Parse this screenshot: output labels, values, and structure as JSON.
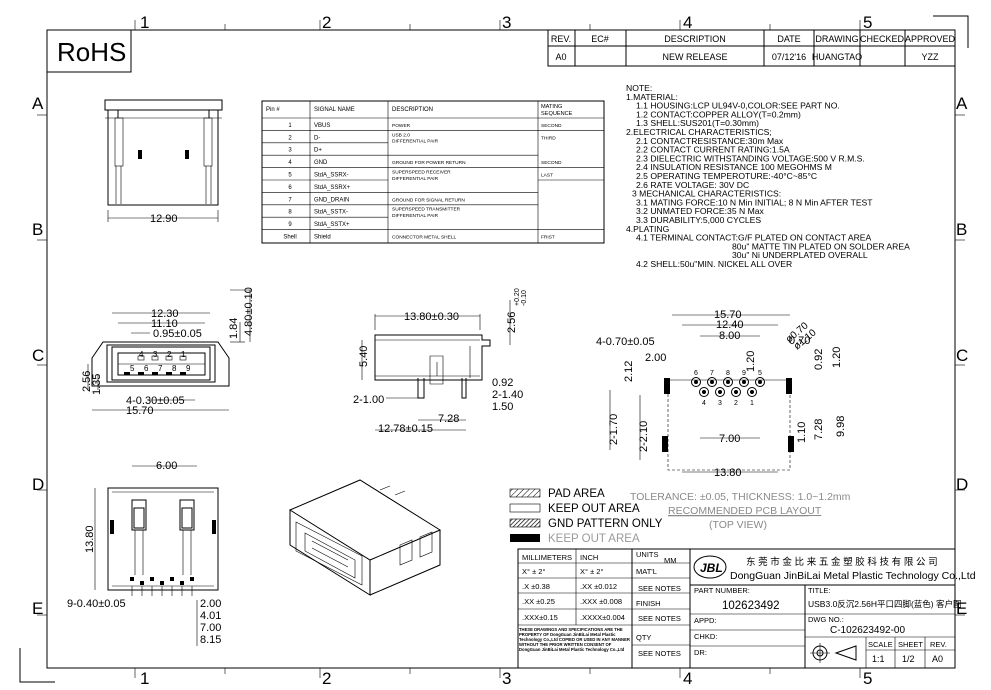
{
  "border": {
    "cols_top": [
      "1",
      "2",
      "3",
      "4",
      "5"
    ],
    "cols_bottom": [
      "1",
      "2",
      "3",
      "4",
      "5"
    ],
    "rows_left": [
      "A",
      "B",
      "C",
      "D",
      "E"
    ],
    "rows_right": [
      "A",
      "B",
      "C",
      "D",
      "E"
    ]
  },
  "rohs": "RoHS",
  "revision": {
    "headers": [
      "REV.",
      "EC#",
      "DESCRIPTION",
      "DATE",
      "DRAWING",
      "CHECKED",
      "APPROVED"
    ],
    "row": [
      "A0",
      "",
      "NEW RELEASE",
      "07/12'16",
      "HUANGTAO",
      "",
      "YZZ"
    ]
  },
  "pin_table": {
    "headers": [
      "Pin #",
      "SIGNAL NAME",
      "DESCRIPTION",
      "MATING SEQUENCE"
    ],
    "rows": [
      {
        "pin": "1",
        "signal": "VBUS",
        "desc": "POWER",
        "seq": "SECOND"
      },
      {
        "pin": "2",
        "signal": "D-",
        "desc": "USB 2.0",
        "seq": "THIRD"
      },
      {
        "pin": "3",
        "signal": "D+",
        "desc": "DIFFERENTIAL PAIR",
        "seq": ""
      },
      {
        "pin": "4",
        "signal": "GND",
        "desc": "GROUND FOR POWER RETURN",
        "seq": "SECOND"
      },
      {
        "pin": "5",
        "signal": "StdA_SSRX-",
        "desc": "SUPERSPEED RECEIVER",
        "seq": "LAST"
      },
      {
        "pin": "6",
        "signal": "StdA_SSRX+",
        "desc": "DIFFERENTIAL PAIR",
        "seq": ""
      },
      {
        "pin": "7",
        "signal": "GND_DRAIN",
        "desc": "GROUND FOR SIGNAL RETURN",
        "seq": ""
      },
      {
        "pin": "8",
        "signal": "StdA_SSTX-",
        "desc": "SUPERSPEED TRANSMITTER",
        "seq": ""
      },
      {
        "pin": "9",
        "signal": "StdA_SSTX+",
        "desc": "DIFFERENTIAL PAIR",
        "seq": ""
      },
      {
        "pin": "Shell",
        "signal": "Shield",
        "desc": "CONNECTOR METAL SHELL",
        "seq": "FRIST"
      }
    ]
  },
  "notes": [
    "NOTE:",
    "1.MATERIAL:",
    "1.1 HOUSING:LCP UL94V-0,COLOR:SEE PART NO.",
    "1.2 CONTACT:COPPER ALLOY(T=0.2mm)",
    "1.3 SHELL:SUS201(T=0.30mm)",
    "2.ELECTRICAL CHARACTERISTICS;",
    "2.1 CONTACTRESISTANCE:30m Max",
    "2.2 CONTACT CURRENT RATING:1.5A",
    "2.3 DIELECTRIC WITHSTANDING VOLTAGE:500 V R.M.S.",
    "2.4 INSULATION RESISTANCE 100 MEGOHMS M",
    "2.5 OPERATING TEMPEROTURE:-40°C~85°C",
    "2.6 RATE VOLTAGE: 30V DC",
    "3 MECHANICAL CHARACTERISTICS:",
    "3.1 MATING FORCE:10 N Min INITIAL; 8 N Min AFTER TEST",
    "3.2 UNMATED FORCE:35 N Max",
    "3.3 DURABILITY:5,000 CYCLES",
    "4.PLATING",
    "4.1 TERMINAL CONTACT:G/F PLATED ON CONTACT AREA",
    "80u\" MATTE TIN PLATED ON SOLDER AREA",
    "30u\" Ni UNDERPLATED OVERALL",
    "4.2 SHELL:50u\"MIN. NICKEL ALL OVER"
  ],
  "dims": {
    "top_width": "12.90",
    "front_w1": "12.30",
    "front_w2": "11.10",
    "front_pitch": "0.95±0.05",
    "front_h1": "1.84",
    "front_h2": "4.80±0.10",
    "front_h3": "2.56",
    "front_h4": "1.35",
    "front_pins": "4-0.30±0.05",
    "front_total": "15.70",
    "side_len": "13.80±0.30",
    "side_t": "2.56",
    "side_t_tol": "+0.20\n-0.10",
    "side_h": "5.40",
    "side_a": "0.92",
    "side_b": "2-1.40",
    "side_c": "1.50",
    "side_d": "2-1.00",
    "side_e": "7.28",
    "side_f": "12.78±0.15",
    "pcb_total": "15.70",
    "pcb_inner": "12.40",
    "pcb_mid": "8.00",
    "pcb_holes": "4-0.70±0.05",
    "pcb_d1": "ø0.70",
    "pcb_d2": "ø1.10",
    "pcb_2": "2.00",
    "pcb_212": "2.12",
    "pcb_070": "0.70",
    "pcb_092": "0.92",
    "pcb_120a": "1.20",
    "pcb_120b": "1.20",
    "pcb_170": "2-1.70",
    "pcb_210": "2-2.10",
    "pcb_700": "7.00",
    "pcb_110": "1.10",
    "pcb_728": "7.28",
    "pcb_998": "9.98",
    "pcb_1380": "13.80",
    "bot_600": "6.00",
    "bot_1380": "13.80",
    "bot_pins": "9-0.40±0.05",
    "bot_200": "2.00",
    "bot_401": "4.01",
    "bot_700": "7.00",
    "bot_815": "8.15"
  },
  "pcb_pin_labels": [
    "6",
    "7",
    "8",
    "9",
    "5",
    "4",
    "3",
    "2",
    "1"
  ],
  "front_pin_labels": [
    "4",
    "3",
    "2",
    "1",
    "5",
    "6",
    "7",
    "8",
    "9"
  ],
  "legend": {
    "pad": "PAD AREA",
    "keepout": "KEEP OUT AREA",
    "gnd": "GND PATTERN ONLY",
    "keepout2": "KEEP OUT AREA",
    "tolerance": "TOLERANCE: ±0.05, THICKNESS: 1.0~1.2mm",
    "recommended": "RECOMMENDED PCB LAYOUT",
    "topview": "(TOP VIEW)"
  },
  "title_block": {
    "tol_headers": [
      "MILLIMETERS",
      "INCH"
    ],
    "units": "UNITS",
    "units_val": "MM",
    "tol_rows": [
      [
        "X° ± 2°",
        "X° ± 2°"
      ],
      [
        ".X  ±0.38",
        ".XX  ±0.012"
      ],
      [
        ".XX ±0.25",
        ".XXX ±0.008"
      ],
      [
        ".XXX±0.15",
        ".XXXX±0.004"
      ]
    ],
    "mat_label": "MAT'L",
    "see_notes": "SEE NOTES",
    "finish_label": "FINISH",
    "qty_label": "QTY",
    "legal": "THESE DRAWINGS AND SPECIFICATIONS ARE THE PROPERTY OF DongGuan JinBiLai Metal Plastic Technology Co.,Ltd COPIED OR USED IN ANY MANNER WITHOUT THE PRIOR WRITTEN CONSENT OF DongGuan JinBiLai Metal Plastic Technology Co.,Ltd",
    "company_cn": "东 莞 市 金 比 来 五 金 塑 胶 科 技 有 限 公 司",
    "company_en": "DongGuan JinBiLai Metal Plastic Technology Co.,Ltd",
    "part_label": "PART NUMBER:",
    "part_number": "102623492",
    "title_label": "TITLE:",
    "title_text": "USB3.0反沉2.56H平口四脚(蓝色) 客户图",
    "appd": "APPD:",
    "chkd": "CHKD:",
    "dr": "DR:",
    "dwg_label": "DWG NO.:",
    "dwg_no": "C-102623492-00",
    "scale_label": "SCALE",
    "sheet_label": "SHEET",
    "rev_label": "REV.",
    "scale": "1:1",
    "sheet": "1/2",
    "rev": "A0"
  }
}
